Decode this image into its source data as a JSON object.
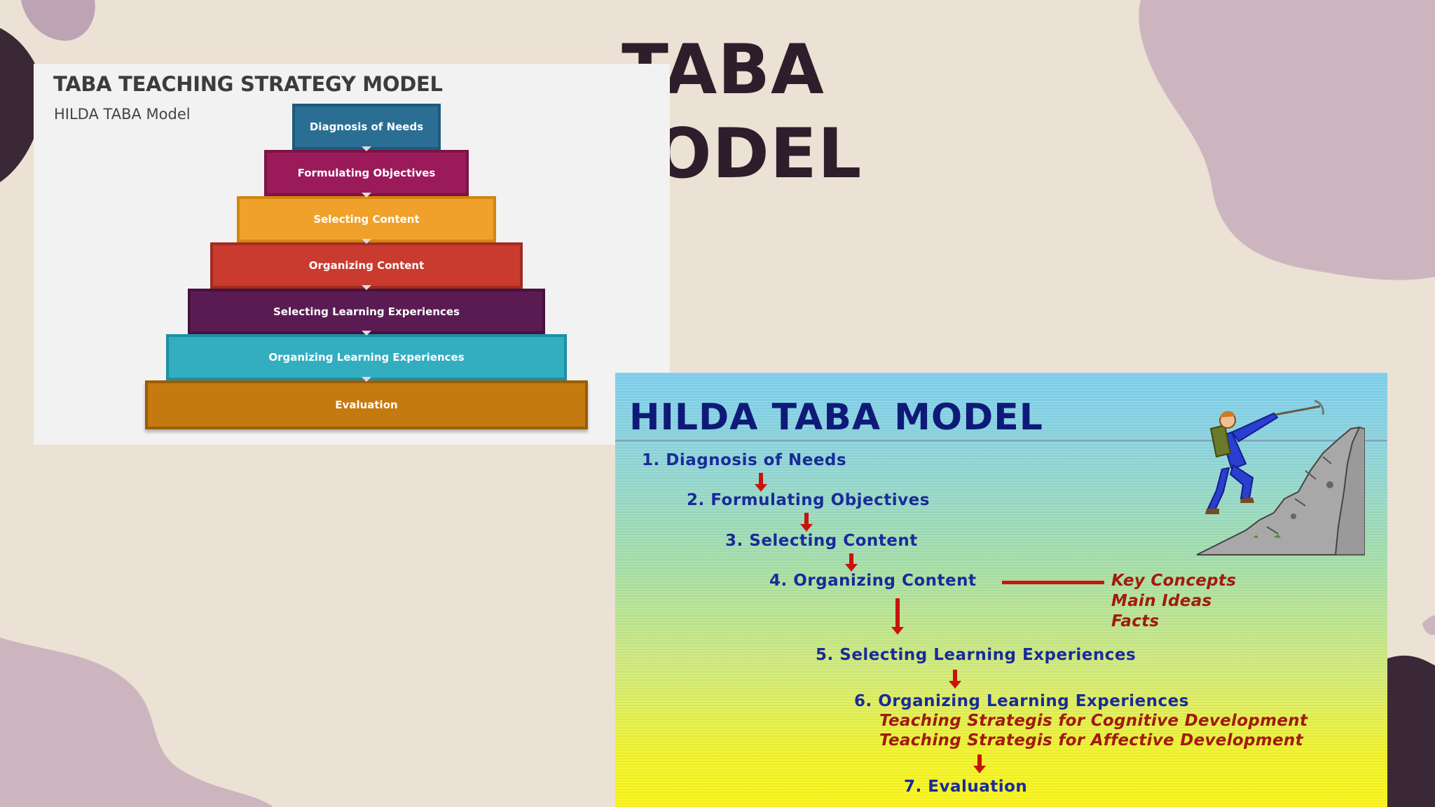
{
  "slide": {
    "title": "TABA MODEL"
  },
  "left_panel": {
    "title": "TABA TEACHING STRATEGY MODEL",
    "subtitle": "HILDA TABA Model",
    "steps": [
      {
        "label": "Diagnosis of Needs",
        "color": "#2b6e94"
      },
      {
        "label": "Formulating Objectives",
        "color": "#9b1b5a"
      },
      {
        "label": "Selecting Content",
        "color": "#f0a12c"
      },
      {
        "label": "Organizing Content",
        "color": "#c93a2f"
      },
      {
        "label": "Selecting Learning Experiences",
        "color": "#5a1b52"
      },
      {
        "label": "Organizing Learning Experiences",
        "color": "#33aec0"
      },
      {
        "label": "Evaluation",
        "color": "#c47a0e"
      }
    ]
  },
  "right_panel": {
    "title": "HILDA TABA MODEL",
    "steps": [
      "1. Diagnosis of Needs",
      "2. Formulating Objectives",
      "3. Selecting Content",
      "4. Organizing Content",
      "5. Selecting Learning Experiences",
      "6. Organizing Learning Experiences",
      "7. Evaluation"
    ],
    "content_notes": [
      "Key Concepts",
      "Main Ideas",
      "Facts"
    ],
    "strategies": [
      "Teaching Strategis for Cognitive Development",
      "Teaching Strategis for Affective Development"
    ]
  },
  "colors": {
    "background": "#ebe1d4",
    "blob_mauve": "#cdb5bf",
    "blob_dark": "#3a2836",
    "title": "#2e1e2b"
  }
}
